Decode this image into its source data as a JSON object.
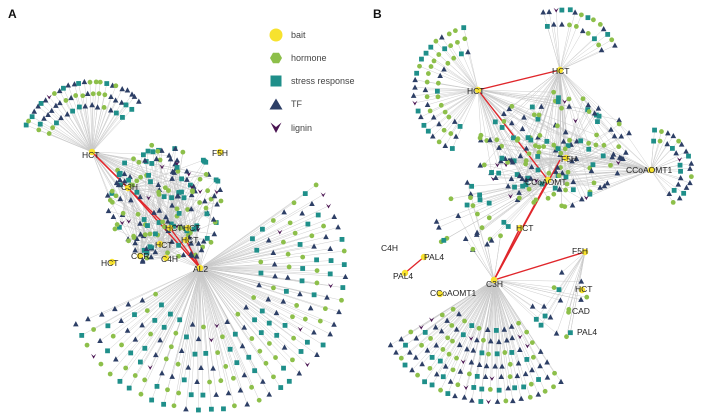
{
  "panels": [
    {
      "letter": "A",
      "bait_labels": [
        "HCT",
        "C3H",
        "HCT",
        "HCT",
        "HCT",
        "HCT",
        "CCR",
        "C4H",
        "AL2",
        "HCT",
        "F5H"
      ]
    },
    {
      "letter": "B",
      "bait_labels": [
        "HCT",
        "HCT",
        "CCoAOMT",
        "CCoAOMT1",
        "F5H",
        "HCT",
        "C3H",
        "F5H",
        "C4H",
        "PAL4",
        "PAL4",
        "CCoAOMT1",
        "HCT",
        "CAD",
        "PAL4"
      ]
    }
  ],
  "legend": {
    "items": [
      {
        "label": "bait",
        "shape": "circle",
        "color": "#f7e22e"
      },
      {
        "label": "hormone",
        "shape": "hexagon",
        "color": "#8dbf4a"
      },
      {
        "label": "stress response",
        "shape": "square",
        "color": "#1f8f8a"
      },
      {
        "label": "TF",
        "shape": "triangle",
        "color": "#2d3f66"
      },
      {
        "label": "lignin",
        "shape": "chevron",
        "color": "#4a1452"
      }
    ]
  },
  "colors": {
    "edge": "#c8c8c8",
    "highlight_edge": "#e0262b",
    "bait": "#f7e22e",
    "hormone": "#8dbf4a",
    "stress": "#1f8f8a",
    "tf": "#2d3f66",
    "lignin": "#4a1452"
  }
}
